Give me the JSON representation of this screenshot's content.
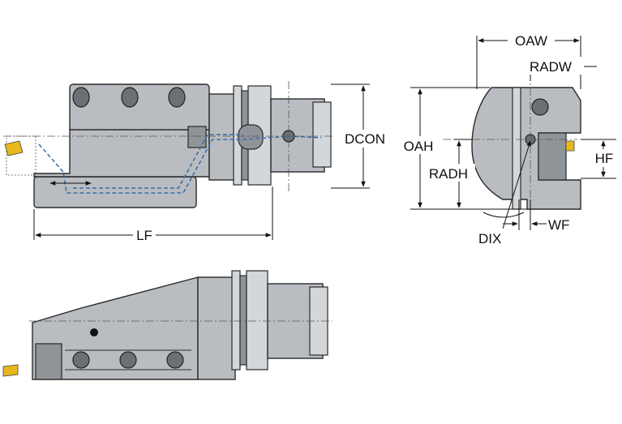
{
  "labels": {
    "lf": "LF",
    "dcon": "DCON",
    "oah": "OAH",
    "radh": "RADH",
    "oaw": "OAW",
    "radw": "RADW",
    "hf": "HF",
    "wf": "WF",
    "dix": "DIX"
  },
  "colors": {
    "body": "#b9bdc1",
    "insert": "#e6b81e",
    "coolant": "#3b6fa8",
    "outline": "#2a2a2a"
  }
}
